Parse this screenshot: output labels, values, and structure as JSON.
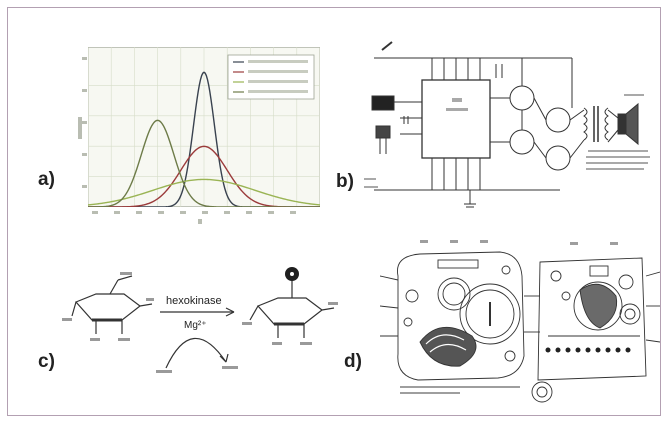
{
  "panels": {
    "a": {
      "label": "a)"
    },
    "b": {
      "label": "b)"
    },
    "c": {
      "label": "c)",
      "enzyme": "hexokinase",
      "cofactor": "Mg²⁺"
    },
    "d": {
      "label": "d)"
    }
  },
  "colors": {
    "frame": "#b3a0b2",
    "curve_green": "#9ab454",
    "curve_dark": "#39424f",
    "curve_red": "#9b3b3b",
    "curve_olive": "#6d7b48",
    "grid": "#d6ddc8"
  },
  "chart_data": {
    "type": "line",
    "xlim": [
      -5,
      5
    ],
    "ylim": [
      0,
      1
    ],
    "grid": true,
    "legend_position": "top-right",
    "series": [
      {
        "mu": 0,
        "sigma": 0.45,
        "color": "#39424f"
      },
      {
        "mu": 0,
        "sigma": 1.0,
        "color": "#9b3b3b"
      },
      {
        "mu": 0,
        "sigma": 2.2,
        "color": "#9ab454"
      },
      {
        "mu": -2,
        "sigma": 0.7,
        "color": "#6d7b48"
      }
    ]
  }
}
